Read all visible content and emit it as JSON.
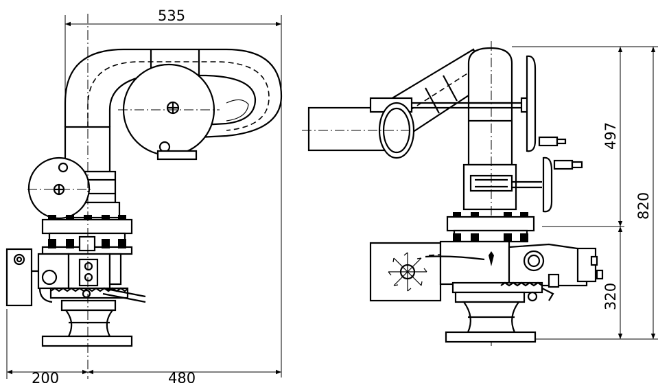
{
  "dimensions": {
    "overall_width": "535",
    "left_offset": "200",
    "right_offset": "480",
    "upper_height": "497",
    "total_height": "820",
    "lower_height": "320"
  }
}
